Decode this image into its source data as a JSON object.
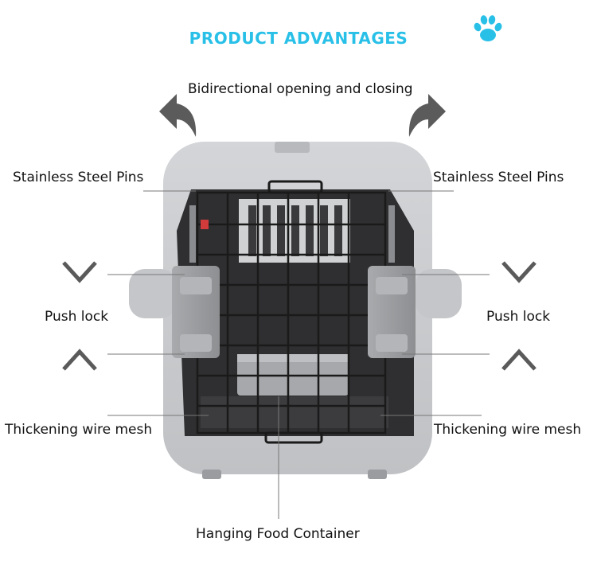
{
  "header": {
    "title": "PRODUCT ADVANTAGES",
    "accent_color": "#29c0e8",
    "icon": "paw-icon"
  },
  "labels": {
    "bidirectional": "Bidirectional opening and closing",
    "pins_left": "Stainless Steel Pins",
    "pins_right": "Stainless Steel Pins",
    "push_lock_left": "Push lock",
    "push_lock_right": "Push lock",
    "mesh_left": "Thickening wire mesh",
    "mesh_right": "Thickening wire mesh",
    "food_container": "Hanging Food Container"
  },
  "icons": {
    "arrows": [
      "curved-arrow-left-icon",
      "curved-arrow-right-icon"
    ],
    "chevrons": [
      "chevron-down-icon",
      "chevron-up-icon"
    ]
  }
}
